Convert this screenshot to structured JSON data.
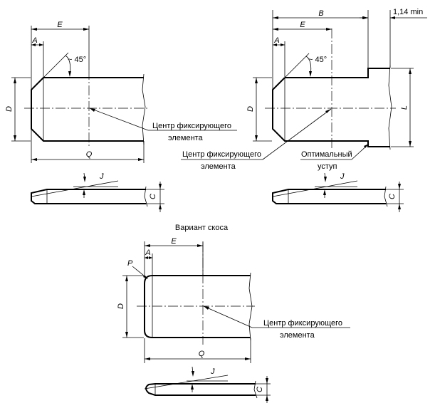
{
  "dims": {
    "a": "A",
    "b": "B",
    "c": "C",
    "d": "D",
    "e": "E",
    "j": "J",
    "l": "L",
    "p": "P",
    "q": "Q",
    "angle": "~ 45°",
    "min_gap": "1,14 min"
  },
  "notes": {
    "center_line1": "Центр фиксирующего",
    "center_line2": "элемента",
    "optimal_line1": "Оптимальный",
    "optimal_line2": "уступ",
    "chamfer_variant": "Вариант скоса"
  }
}
